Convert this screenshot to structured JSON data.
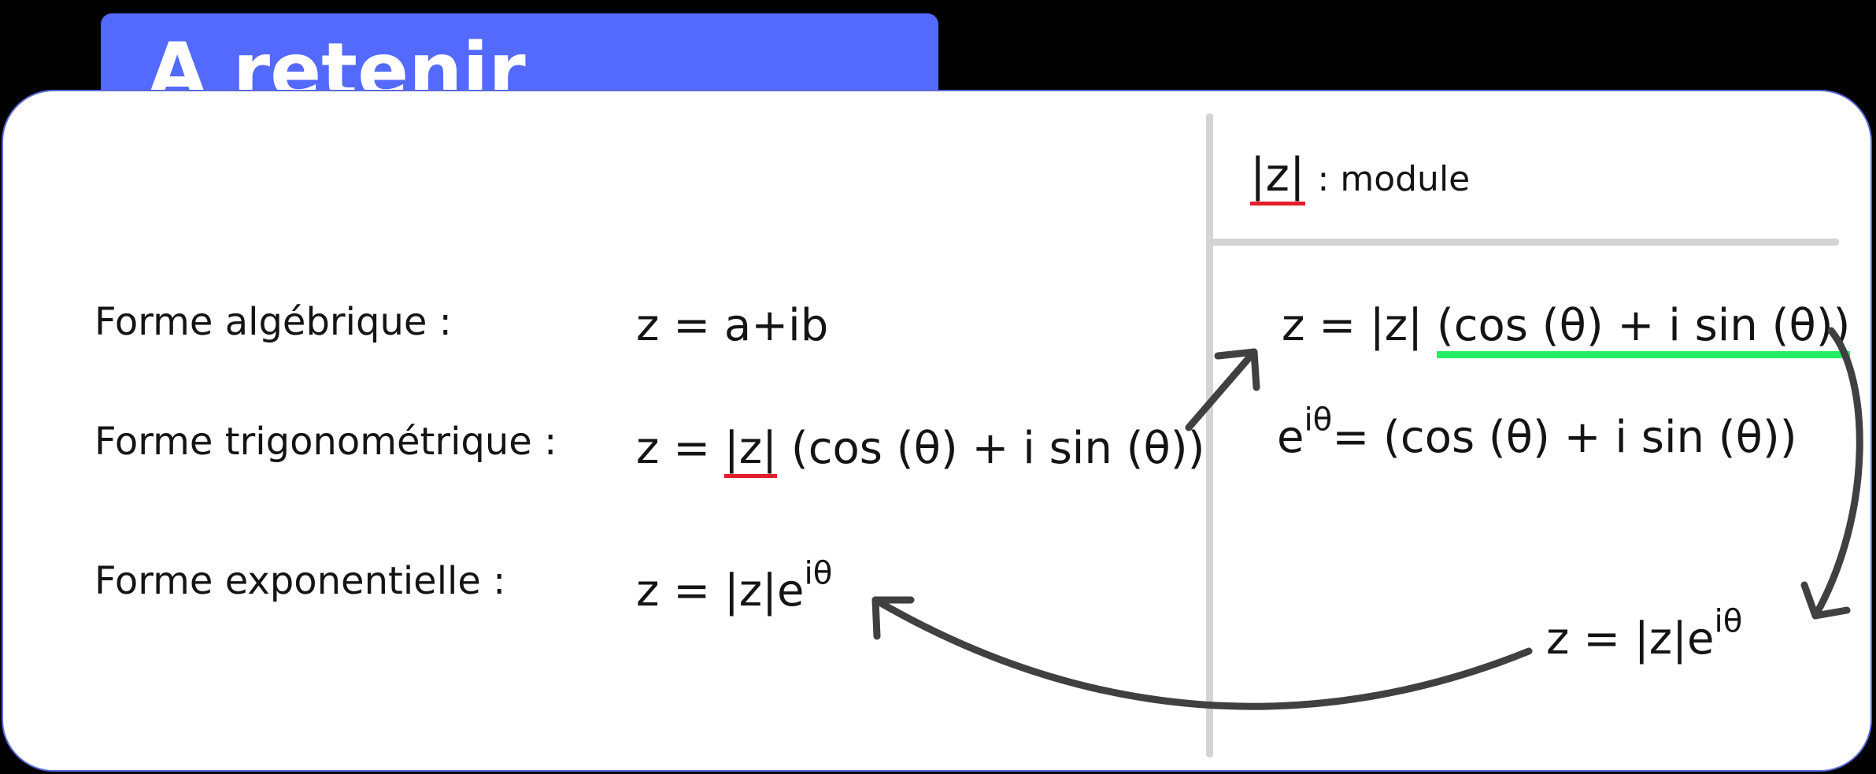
{
  "header": {
    "title": "A retenir"
  },
  "legend": {
    "module_symbol": "|z|",
    "module_text": ": module"
  },
  "forms": [
    {
      "label": "Forme algébrique :",
      "formula": "z = a+ib"
    },
    {
      "label": "Forme trigonométrique :",
      "formula_prefix": "z = ",
      "formula_modulus": "|z|",
      "formula_suffix": " (cos (θ) + i sin (θ))"
    },
    {
      "label": "Forme exponentielle :",
      "formula_base": "z = |z|e",
      "formula_exp": "iθ"
    }
  ],
  "right_panel": {
    "trig_prefix": "z = |z| ",
    "trig_highlight": "(cos (θ) + i sin (θ))",
    "euler_base": "e",
    "euler_exp": "iθ",
    "euler_rest": "= (cos (θ) + i sin (θ))",
    "expo_base": "z = |z|e",
    "expo_exp": "iθ"
  },
  "colors": {
    "accent": "#5469fe",
    "module_underline": "#e0202a",
    "highlight_underline": "#22ee66",
    "arrow": "#404040",
    "divider": "#d4d4d4"
  },
  "icons": [
    "arrow-trig-to-right-icon",
    "curved-arrow-down-icon",
    "curved-arrow-back-icon"
  ]
}
